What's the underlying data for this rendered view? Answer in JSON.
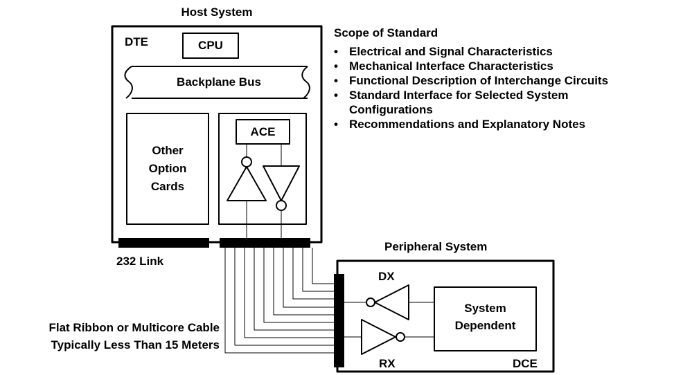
{
  "host": {
    "title": "Host System",
    "dte_label": "DTE",
    "cpu_label": "CPU",
    "backplane_label": "Backplane Bus",
    "other_cards_line1": "Other",
    "other_cards_line2": "Option",
    "other_cards_line3": "Cards",
    "ace_label": "ACE",
    "link_label": "232 Link"
  },
  "scope": {
    "title": "Scope of Standard",
    "items": [
      "Electrical and Signal Characteristics",
      "Mechanical Interface Characteristics",
      "Functional Description of Interchange Circuits",
      "Standard Interface for Selected System Configurations",
      "Recommendations and Explanatory Notes"
    ],
    "item4_line1": "Standard Interface for Selected System",
    "item4_line2": "Configurations"
  },
  "peripheral": {
    "title": "Peripheral System",
    "dx_label": "DX",
    "rx_label": "RX",
    "sys_dep_line1": "System",
    "sys_dep_line2": "Dependent",
    "dce_label": "DCE"
  },
  "cable": {
    "line1": "Flat Ribbon or Multicore Cable",
    "line2": "Typically Less Than 15 Meters"
  }
}
